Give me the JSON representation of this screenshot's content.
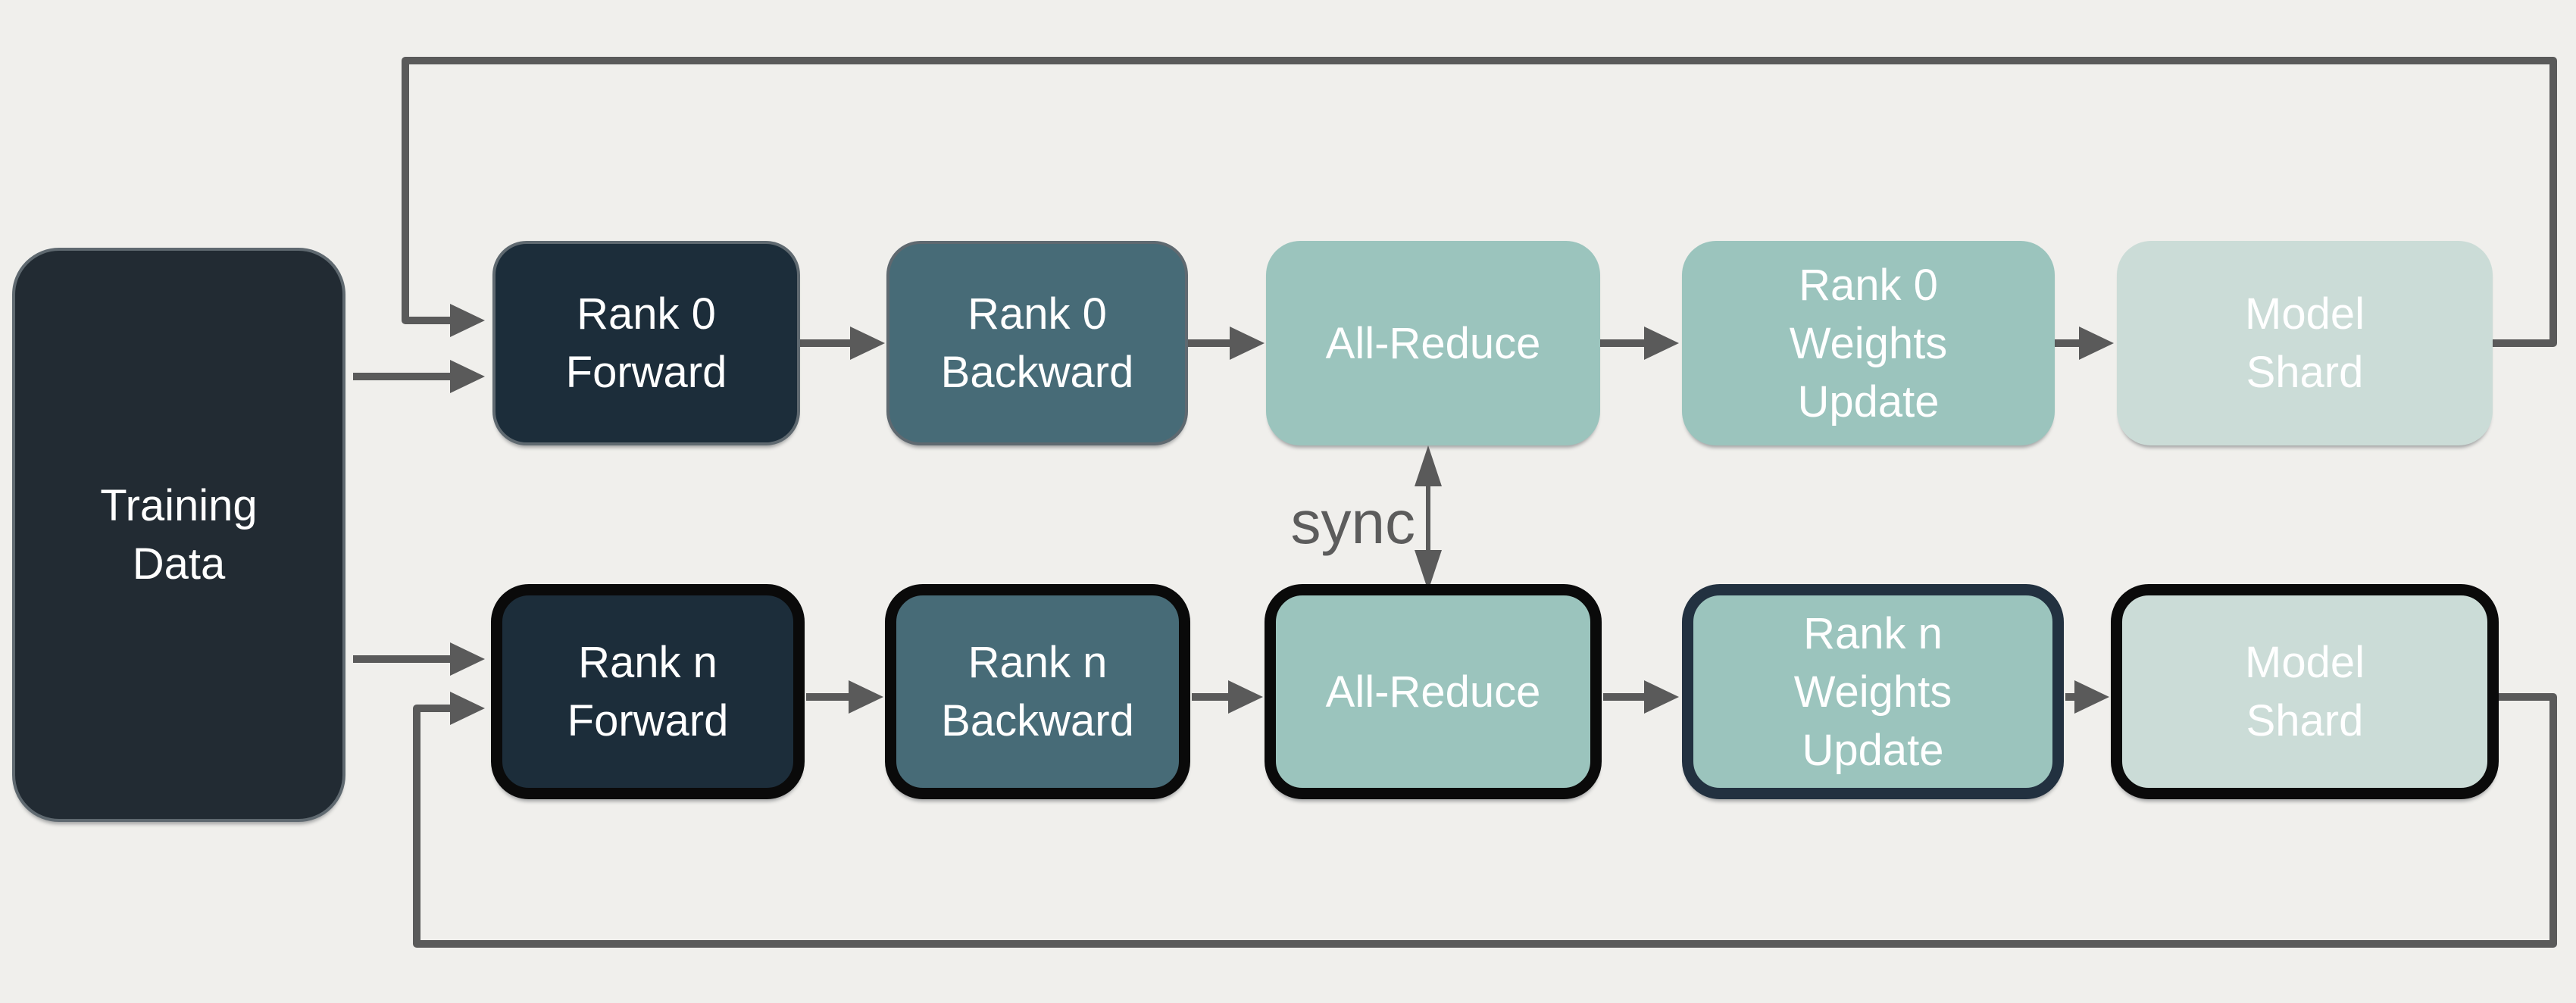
{
  "colors": {
    "bg": "#f0efec",
    "line": "#5a5a5a",
    "label-text": "#ffffff",
    "sync-text": "#5c5c5c",
    "training-fill": "#222b33",
    "dark-fill": "#1c2d3a",
    "slate-fill": "#476b77",
    "teal-fill": "#9bc4bd",
    "pale-fill": "#cbdcd7",
    "black-border": "#0a0a0a",
    "navy-border": "#223140",
    "gray-border": "#5f6970"
  },
  "boxes": {
    "training": "Training\nData",
    "rank0_forward": "Rank 0\nForward",
    "rank0_backward": "Rank 0\nBackward",
    "rank0_allreduce": "All-Reduce",
    "rank0_weights": "Rank 0\nWeights\nUpdate",
    "rank0_shard": "Model\nShard",
    "rankn_forward": "Rank n\nForward",
    "rankn_backward": "Rank n\nBackward",
    "rankn_allreduce": "All-Reduce",
    "rankn_weights": "Rank n\nWeights\nUpdate",
    "rankn_shard": "Model\nShard"
  },
  "sync": {
    "label": "sync"
  }
}
